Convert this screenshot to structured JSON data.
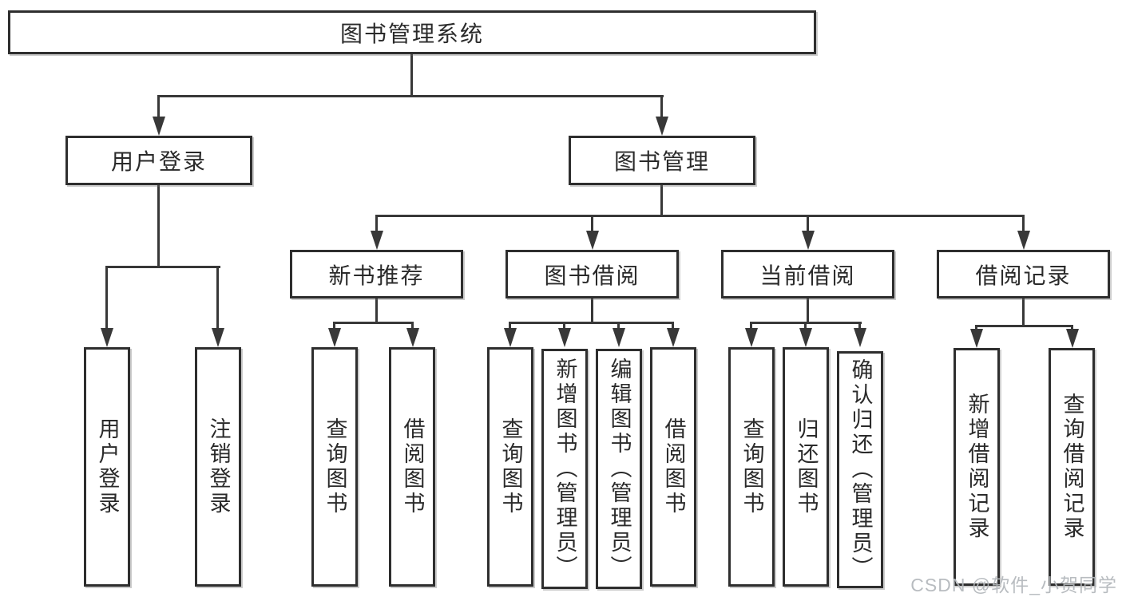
{
  "diagram_title": "图书管理系统",
  "tree": {
    "label": "图书管理系统",
    "children": [
      {
        "label": "用户登录",
        "children": [
          {
            "label": "用户登录"
          },
          {
            "label": "注销登录"
          }
        ]
      },
      {
        "label": "图书管理",
        "children": [
          {
            "label": "新书推荐",
            "children": [
              {
                "label": "查询图书"
              },
              {
                "label": "借阅图书"
              }
            ]
          },
          {
            "label": "图书借阅",
            "children": [
              {
                "label": "查询图书"
              },
              {
                "label": "新增图书（管理员）"
              },
              {
                "label": "编辑图书（管理员）"
              },
              {
                "label": "借阅图书"
              }
            ]
          },
          {
            "label": "当前借阅",
            "children": [
              {
                "label": "查询图书"
              },
              {
                "label": "归还图书"
              },
              {
                "label": "确认归还（管理员）"
              }
            ]
          },
          {
            "label": "借阅记录",
            "children": [
              {
                "label": "新增借阅记录"
              },
              {
                "label": "查询借阅记录"
              }
            ]
          }
        ]
      }
    ]
  },
  "watermark": "CSDN @软件_小贺同学",
  "colors": {
    "line": "#383838",
    "box_border": "#2e2e2e",
    "text": "#2a2a2a",
    "watermark": "#b3b7bb",
    "background": "#ffffff"
  }
}
